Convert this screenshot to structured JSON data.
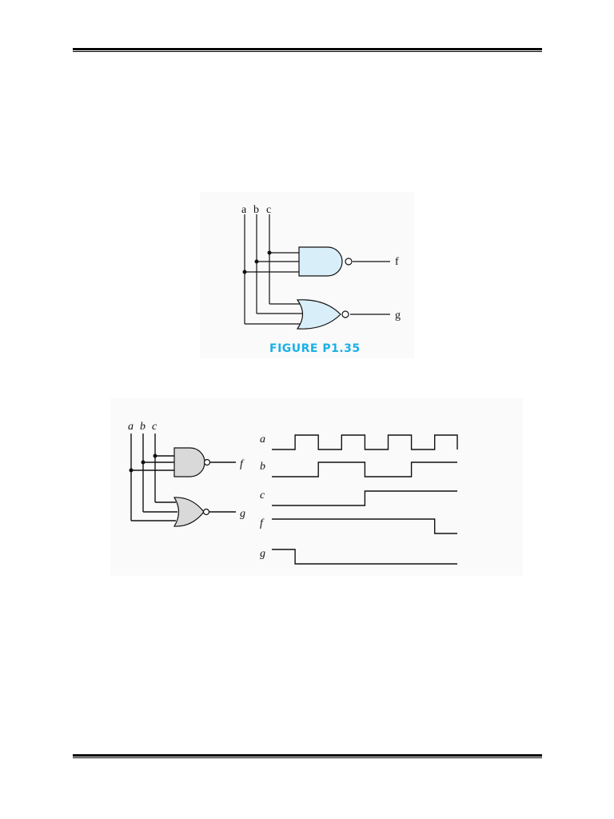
{
  "figure1": {
    "inputs": [
      "a",
      "b",
      "c"
    ],
    "outputs": [
      "f",
      "g"
    ],
    "caption": "FIGURE P1.35",
    "gate_fill": "#d8eef8"
  },
  "figure2": {
    "inputs": [
      "a",
      "b",
      "c"
    ],
    "outputs": [
      "f",
      "g"
    ],
    "gate_fill": "#d9d9d9",
    "signal_names": [
      "a",
      "b",
      "c",
      "f",
      "g"
    ],
    "signals": {
      "a": [
        0,
        1,
        0,
        1,
        0,
        1,
        0,
        1
      ],
      "b": [
        0,
        0,
        1,
        1,
        0,
        0,
        1,
        1
      ],
      "c": [
        0,
        0,
        0,
        0,
        1,
        1,
        1,
        1
      ],
      "f": [
        1,
        1,
        1,
        1,
        1,
        1,
        1,
        0
      ],
      "g": [
        1,
        0,
        0,
        0,
        0,
        0,
        0,
        0
      ]
    }
  },
  "colors": {
    "caption": "#1ab0e8",
    "wire": "#111111"
  }
}
